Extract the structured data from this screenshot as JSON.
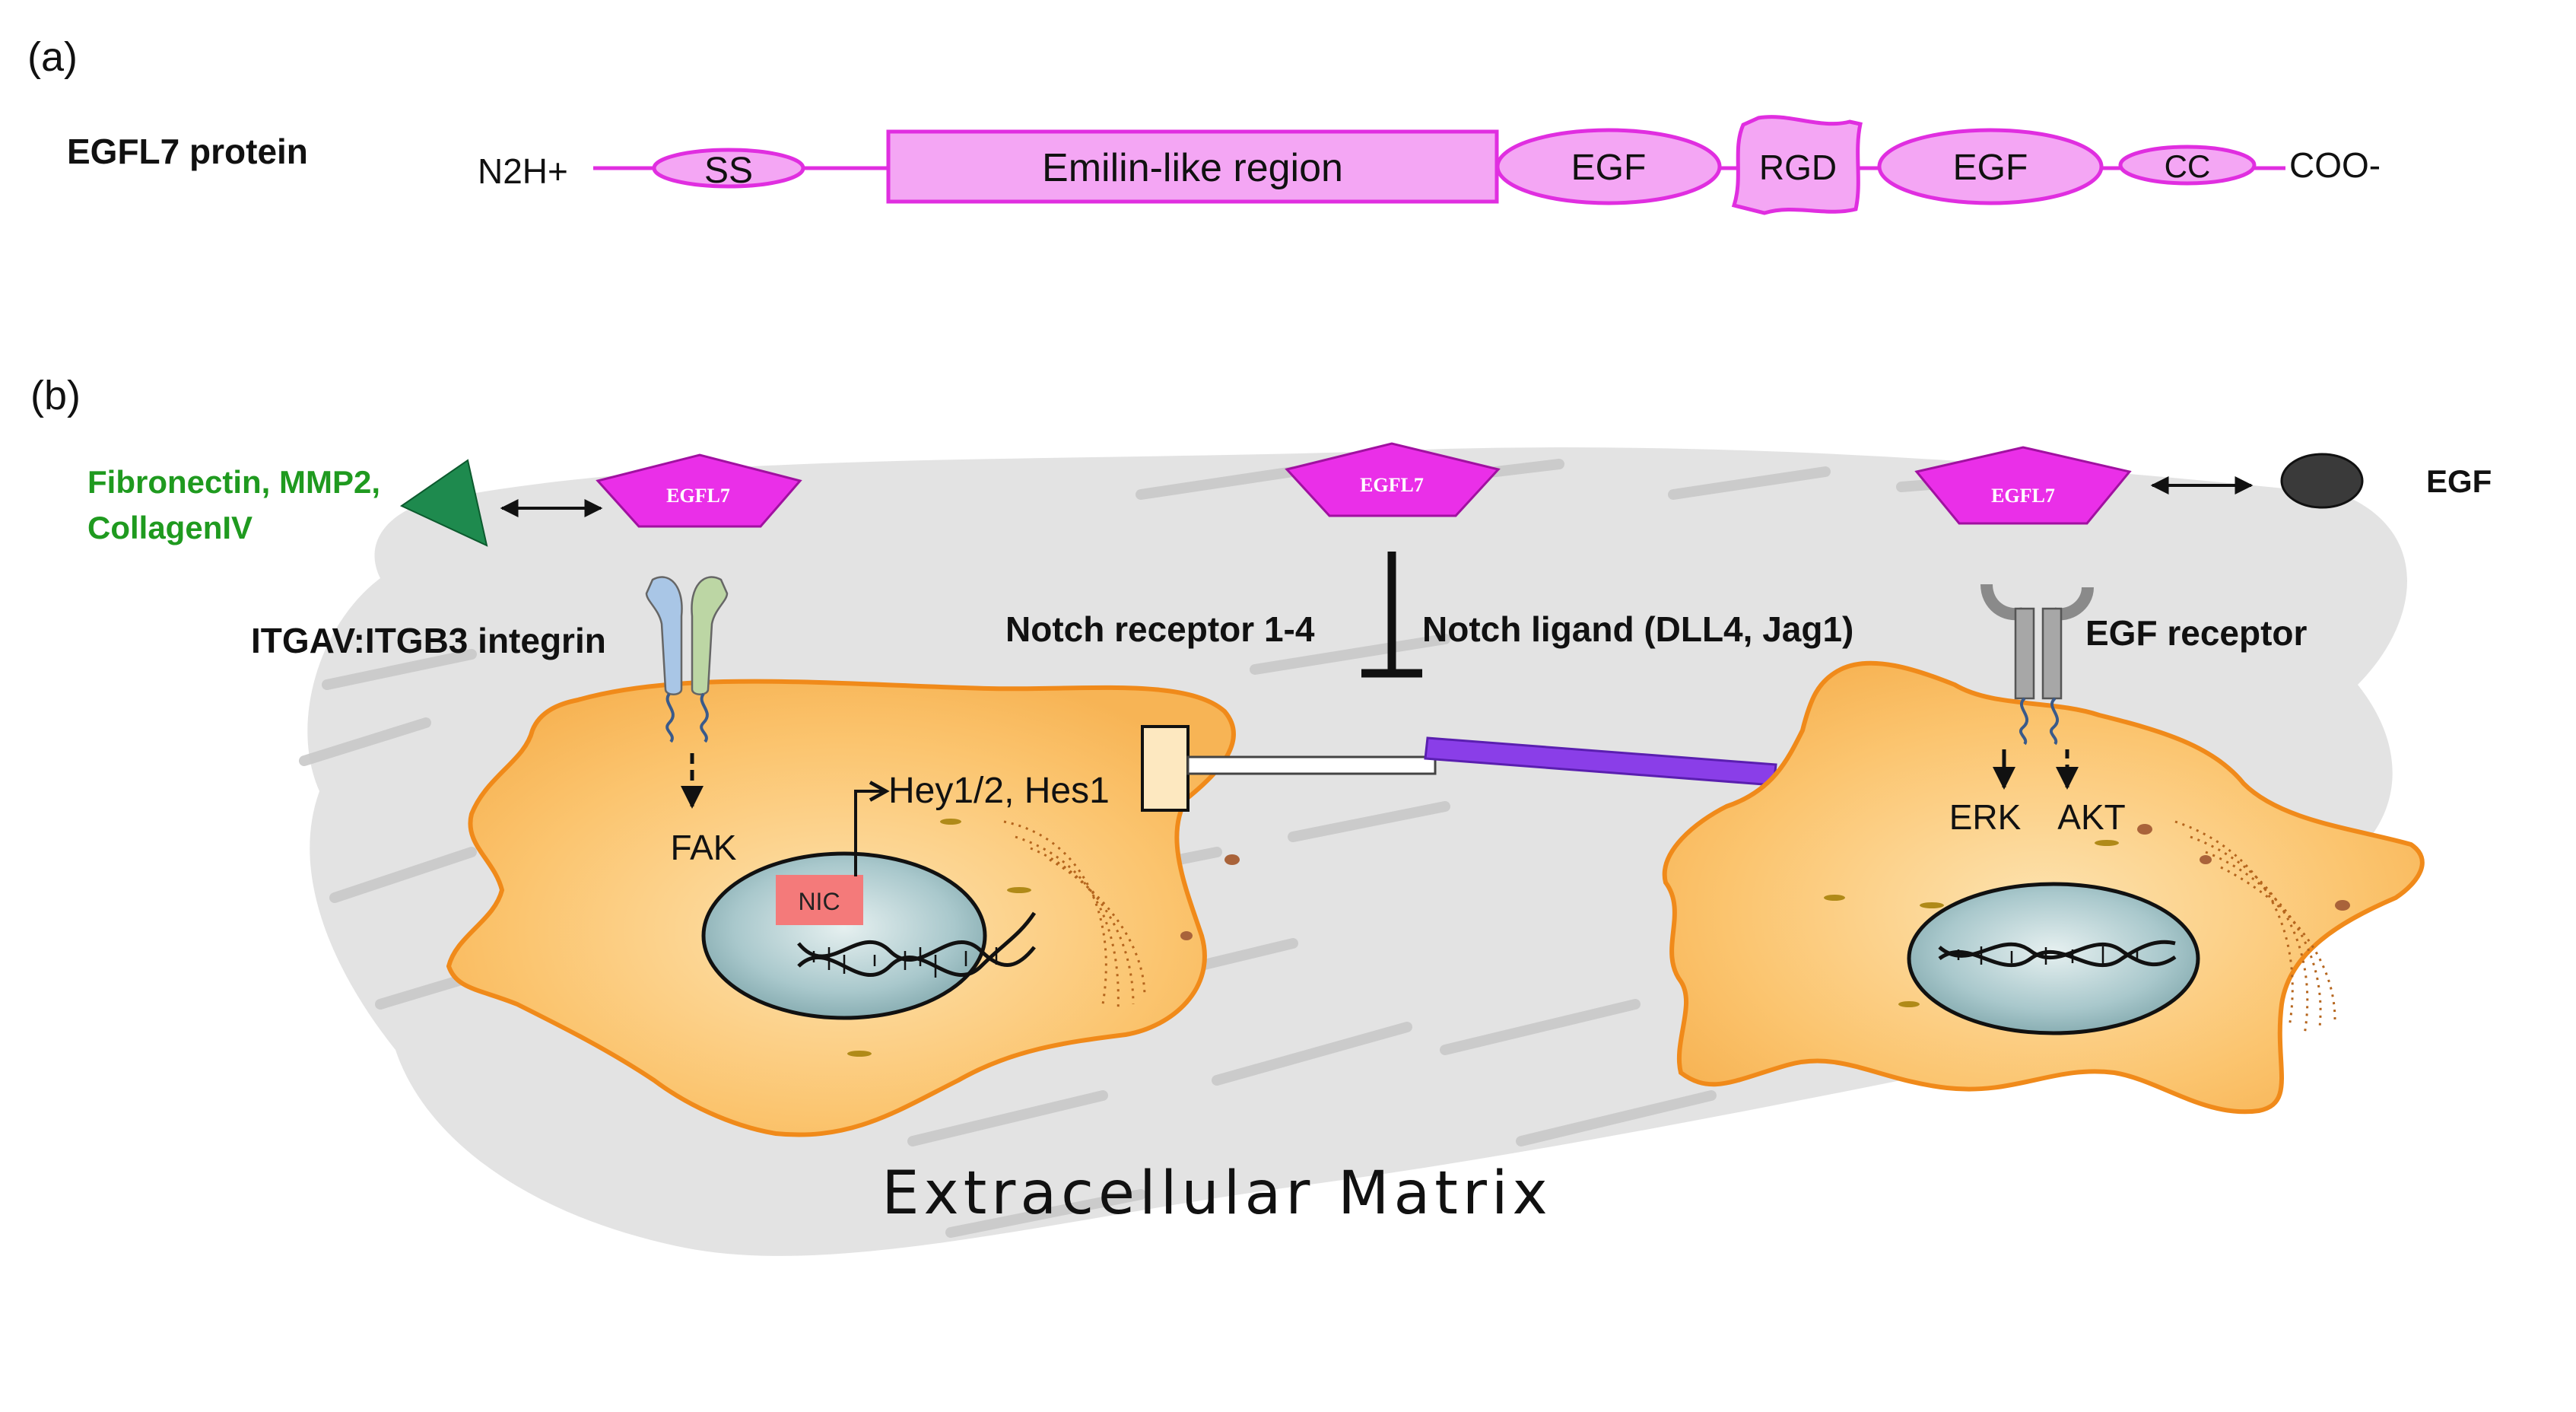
{
  "panel_a": {
    "label": "(a)",
    "protein_label": "EGFL7 protein",
    "n_terminus": "N2H+",
    "c_terminus": "COO-",
    "domains": {
      "ss": "SS",
      "emilin": "Emilin-like region",
      "egf1": "EGF",
      "rgd": "RGD",
      "egf2": "EGF",
      "cc": "CC"
    }
  },
  "panel_b": {
    "label": "(b)",
    "egfl7_labels": [
      "EGFL7",
      "EGFL7",
      "EGFL7"
    ],
    "ecm_partners": [
      "Fibronectin, MMP2,",
      "CollagenIV"
    ],
    "integrin_label": "ITGAV:ITGB3 integrin",
    "notch_receptor_label": "Notch receptor 1-4",
    "notch_ligand_label": "Notch ligand (DLL4, Jag1)",
    "egf_label": "EGF",
    "egf_receptor_label": "EGF receptor",
    "fak_label": "FAK",
    "targets_label": "Hey1/2, Hes1",
    "nic_label": "NIC",
    "erk_label": "ERK",
    "akt_label": "AKT",
    "ecm_label": "Extracellular Matrix"
  },
  "colors": {
    "domain_fill": "#f4a6f4",
    "domain_stroke": "#e02ee0",
    "egfl7_fill": "#ea2fe8",
    "ecm_green_text": "#1f9a1f",
    "triangle_green": "#1e8a4e",
    "cell_fill": "#fbc46e",
    "cell_stroke": "#f08a1a",
    "nucleus_fill": "#9fbfc4",
    "nic_fill": "#f47a7a",
    "ligand_purple": "#8a3ee8",
    "egf_ball": "#3a3a3a",
    "receptor_gray": "#a7a7a7",
    "integrin_blue": "#a9c6e6",
    "integrin_green": "#bcd6a4",
    "ecm_gray": "#dcdcdc"
  }
}
